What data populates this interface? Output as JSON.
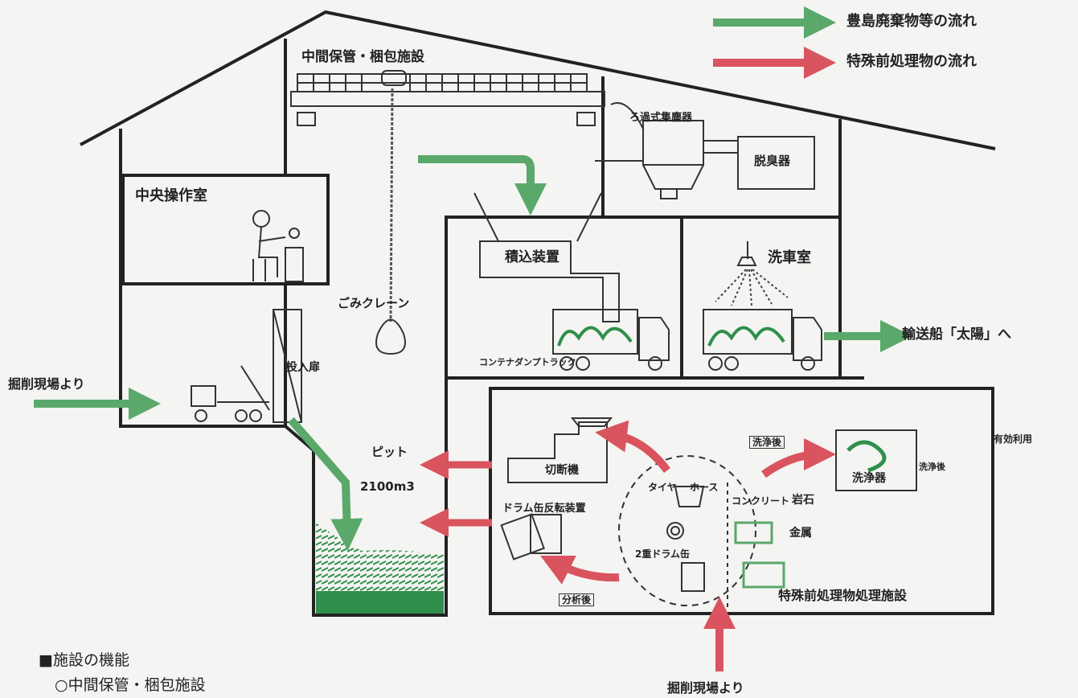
{
  "legend": {
    "waste_flow": "豊島廃棄物等の流れ",
    "special_flow": "特殊前処理物の流れ"
  },
  "colors": {
    "green_flow": "#5aa86a",
    "red_flow": "#d9545e",
    "fill_green": "#2f8f4a",
    "line": "#222222"
  },
  "labels": {
    "storage_facility": "中間保管・梱包施設",
    "control_room": "中央操作室",
    "crane": "ごみクレーン",
    "loading_device": "積込装置",
    "car_wash": "洗車室",
    "bag_filter": "ろ過式集塵器",
    "deodorizer": "脱臭器",
    "hopper": "投入扉",
    "pit": "ピット",
    "pit_capacity": "2100m3",
    "from_site_left": "掘削現場より",
    "from_site_bottom": "掘削現場より",
    "ship": "輸送船「太陽」へ",
    "container_dump": "コンテナダンプトラック",
    "cutter": "切断機",
    "drum_inverter": "ドラム缶反転装置",
    "tire": "タイヤ",
    "hose": "ホース",
    "double_drum": "2重ドラム缶",
    "concrete": "コンクリート",
    "rock": "岩石",
    "metal": "金属",
    "washer": "洗浄器",
    "after_wash": "洗浄後",
    "after_cleaning": "洗浄後",
    "separation": "分析後",
    "reuse": "有効利用",
    "special_facility": "特殊前処理物処理施設"
  },
  "functions": {
    "heading": "■施設の機能",
    "item1": "○中間保管・梱包施設"
  }
}
